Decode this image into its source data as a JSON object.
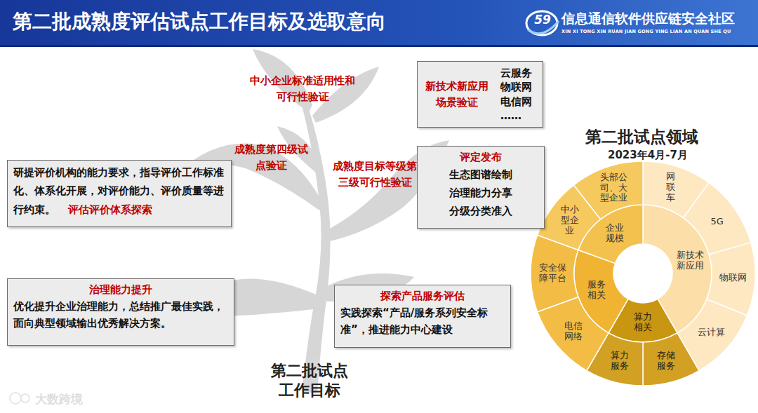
{
  "diagram": {
    "title": "第二批成熟度评估试点工作目标及选取意向",
    "nodes": [
      {
        "text": [
          "新技术新应用场景验证",
          "云服务 物联网 电信网 ……"
        ]
      },
      {
        "text": [
          "评定发布",
          "生态图谱绘制 治理能力分享 分级分类准入"
        ]
      },
      {
        "text": [
          "研提评价机构的能力要求，指导评价工作标准化、体系化开展，对评价能力、评价质量等进行约束。",
          "评估评价体系探索"
        ]
      },
      {
        "text": [
          "治理能力提升",
          "优化提升企业治理能力，总结推广最佳实践，面向典型领域输出优秀解决方案。"
        ]
      },
      {
        "text": [
          "探索产品服务评估",
          "实践探索“产品/服务系列安全标准”，推进能力中心建设"
        ]
      }
    ],
    "labels": [
      "59",
      "信息通信软件供应链安全社区",
      "XIN XI TONG XIN RUAN JIAN GONG YING LIAN AN QUAN SHE QU",
      "中小企业标准适用性和可行性验证",
      "成熟度第四级试点验证",
      "成熟度目标等级第三级可行性验证",
      "第二批试点领域",
      "2023年4月-7月",
      "第二批试点 工作目标",
      "新技术新应用",
      "算力相关",
      "服务相关",
      "企业规模",
      "网联车",
      "5G",
      "物联网",
      "云计算",
      "存储服务",
      "算力服务",
      "电信网络",
      "安全保障平台",
      "中小型企业",
      "头部公司、大型企业",
      "大数跨境"
    ]
  }
}
